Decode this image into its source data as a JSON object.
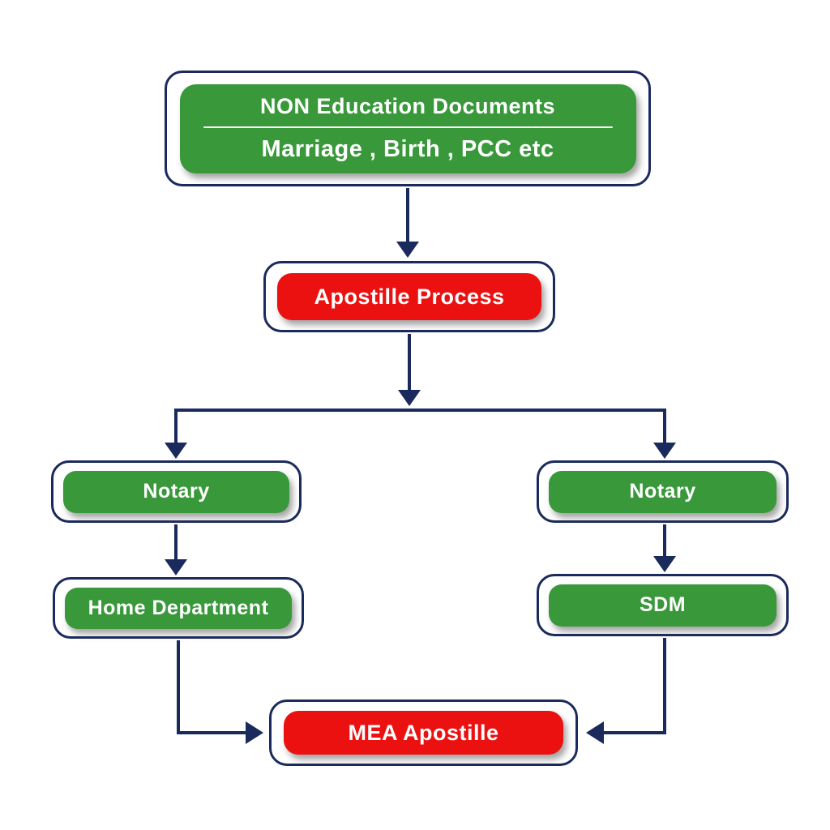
{
  "diagram": {
    "type": "flowchart",
    "colors": {
      "green": "#38983a",
      "red": "#eb1111",
      "navy": "#1b2a5c",
      "white_text": "#ffffff",
      "node_background": "#ffffff",
      "canvas_background": "#ffffff"
    },
    "nodes": {
      "non_education_documents": {
        "title": "NON Education Documents",
        "subtitle": "Marriage , Birth , PCC etc",
        "fill": "green"
      },
      "apostille_process": {
        "label": "Apostille Process",
        "fill": "red"
      },
      "notary_left": {
        "label": "Notary",
        "fill": "green"
      },
      "notary_right": {
        "label": "Notary",
        "fill": "green"
      },
      "home_department": {
        "label": "Home Department",
        "fill": "green"
      },
      "sdm": {
        "label": "SDM",
        "fill": "green"
      },
      "mea_apostille": {
        "label": "MEA Apostille",
        "fill": "red"
      }
    },
    "edges": [
      {
        "from": "non_education_documents",
        "to": "apostille_process"
      },
      {
        "from": "apostille_process",
        "to": "notary_left"
      },
      {
        "from": "apostille_process",
        "to": "notary_right"
      },
      {
        "from": "notary_left",
        "to": "home_department"
      },
      {
        "from": "notary_right",
        "to": "sdm"
      },
      {
        "from": "home_department",
        "to": "mea_apostille"
      },
      {
        "from": "sdm",
        "to": "mea_apostille"
      }
    ]
  }
}
